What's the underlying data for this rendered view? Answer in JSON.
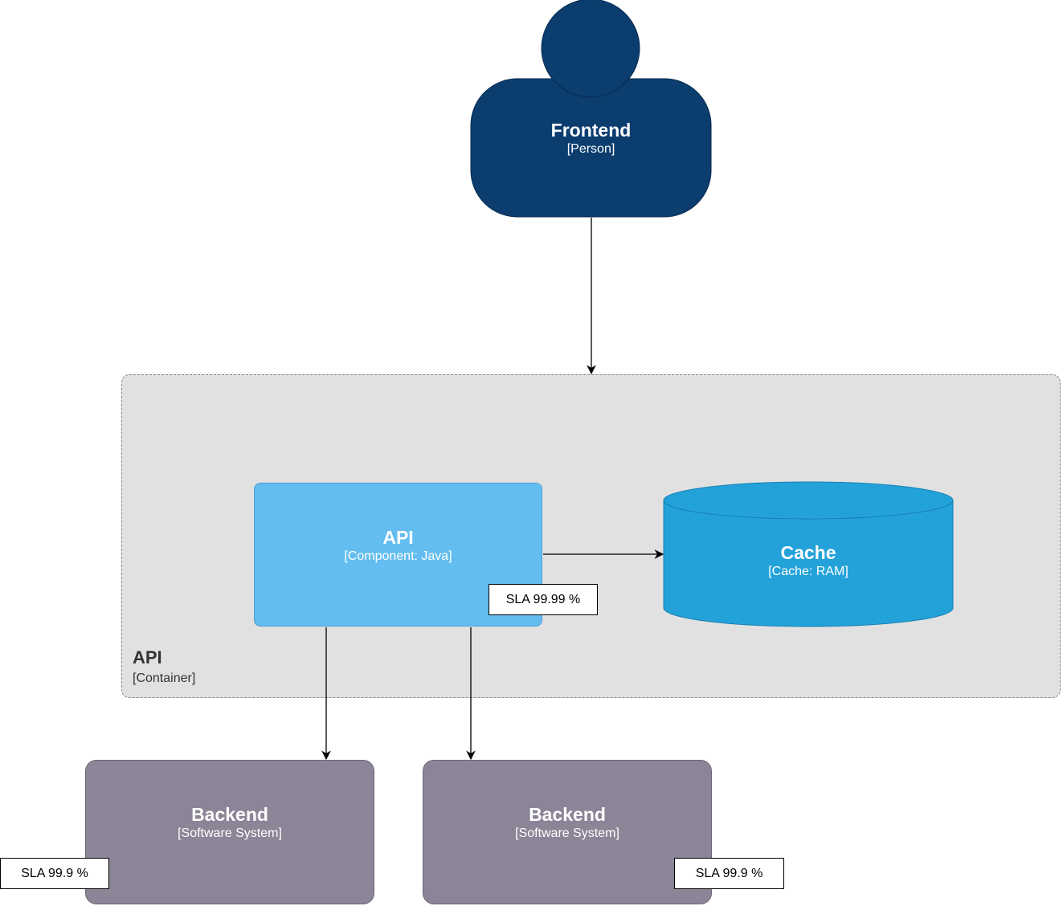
{
  "frontend": {
    "title": "Frontend",
    "type": "[Person]",
    "color": "#0b3d6f"
  },
  "container": {
    "title": "API",
    "type": "[Container]",
    "color": "#e1e1e1"
  },
  "api_component": {
    "title": "API",
    "type": "[Component: Java]",
    "sla": "SLA 99.99 %",
    "color": "#63bdf0"
  },
  "cache": {
    "title": "Cache",
    "type": "[Cache: RAM]",
    "color": "#23a2d9"
  },
  "backends": [
    {
      "title": "Backend",
      "type": "[Software System]",
      "sla": "SLA 99.9 %",
      "color": "#8c8497"
    },
    {
      "title": "Backend",
      "type": "[Software System]",
      "sla": "SLA 99.9 %",
      "color": "#8c8497"
    }
  ]
}
